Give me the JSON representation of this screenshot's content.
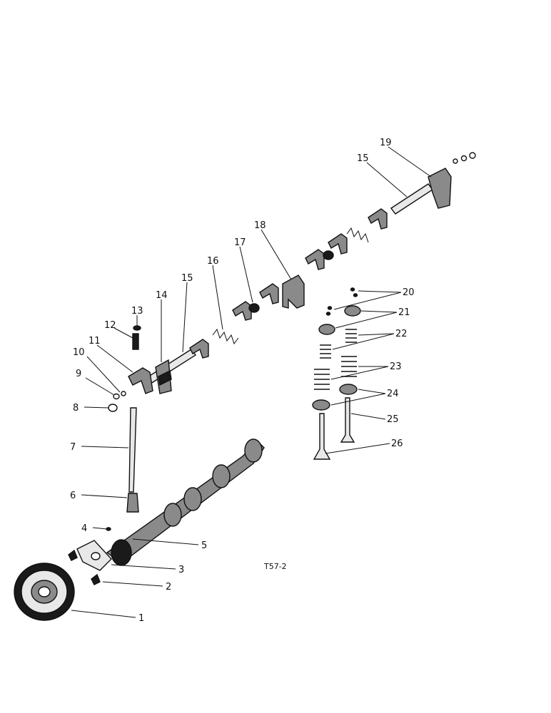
{
  "labels": {
    "p1": "1",
    "p2": "2",
    "p3": "3",
    "p4": "4",
    "p5": "5",
    "p6": "6",
    "p7": "7",
    "p8": "8",
    "p9": "9",
    "p10": "10",
    "p11": "11",
    "p12": "12",
    "p13": "13",
    "p14": "14",
    "p15a": "15",
    "p15b": "15",
    "p16": "16",
    "p17": "17",
    "p18": "18",
    "p19": "19",
    "p20": "20",
    "p21": "21",
    "p22": "22",
    "p23": "23",
    "p24": "24",
    "p25": "25",
    "p26": "26"
  },
  "figure_code": "T57-2"
}
